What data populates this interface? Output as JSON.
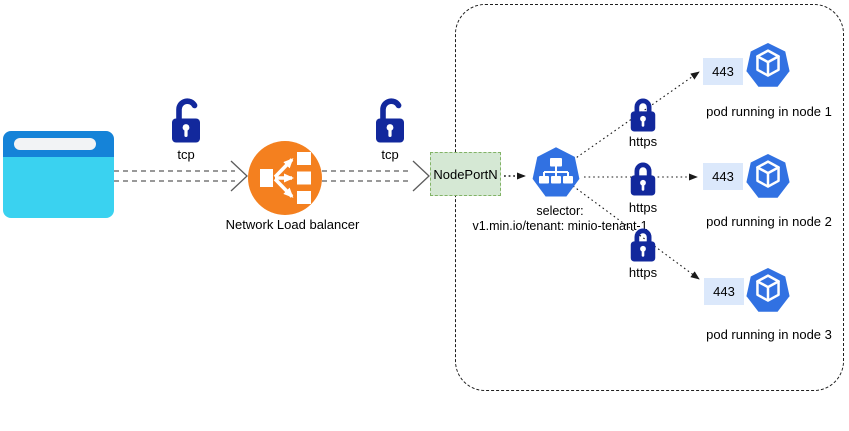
{
  "colors": {
    "lock_navy": "#12289c",
    "lb_orange": "#f4801f",
    "k8s_blue": "#3171e2",
    "port_badge_bg": "#dbe8fb",
    "nodeport_fill": "#d5e8d4",
    "nodeport_border": "#82b366",
    "browser_header_blue": "#1583d8",
    "browser_body_cyan": "#3ad2f0"
  },
  "icons": {
    "client": "browser-window-icon",
    "tcp": "unlocked-padlock-icon",
    "https": "locked-padlock-icon",
    "load_balancer": "load-balancer-icon",
    "service": "k8s-service-icon",
    "pod": "k8s-pod-icon"
  },
  "edges": {
    "client_to_lb": {
      "protocol": "tcp"
    },
    "lb_to_nodeport": {
      "protocol": "tcp"
    }
  },
  "lb": {
    "label": "Network Load balancer"
  },
  "nodeport": {
    "label": "NodePortN"
  },
  "service": {
    "selector_line1": "selector:",
    "selector_line2": "v1.min.io/tenant: minio-tenant-1"
  },
  "pods": [
    {
      "port": "443",
      "protocol": "https",
      "label": "pod running in node 1"
    },
    {
      "port": "443",
      "protocol": "https",
      "label": "pod running in node 2"
    },
    {
      "port": "443",
      "protocol": "https",
      "label": "pod running in node 3"
    }
  ]
}
